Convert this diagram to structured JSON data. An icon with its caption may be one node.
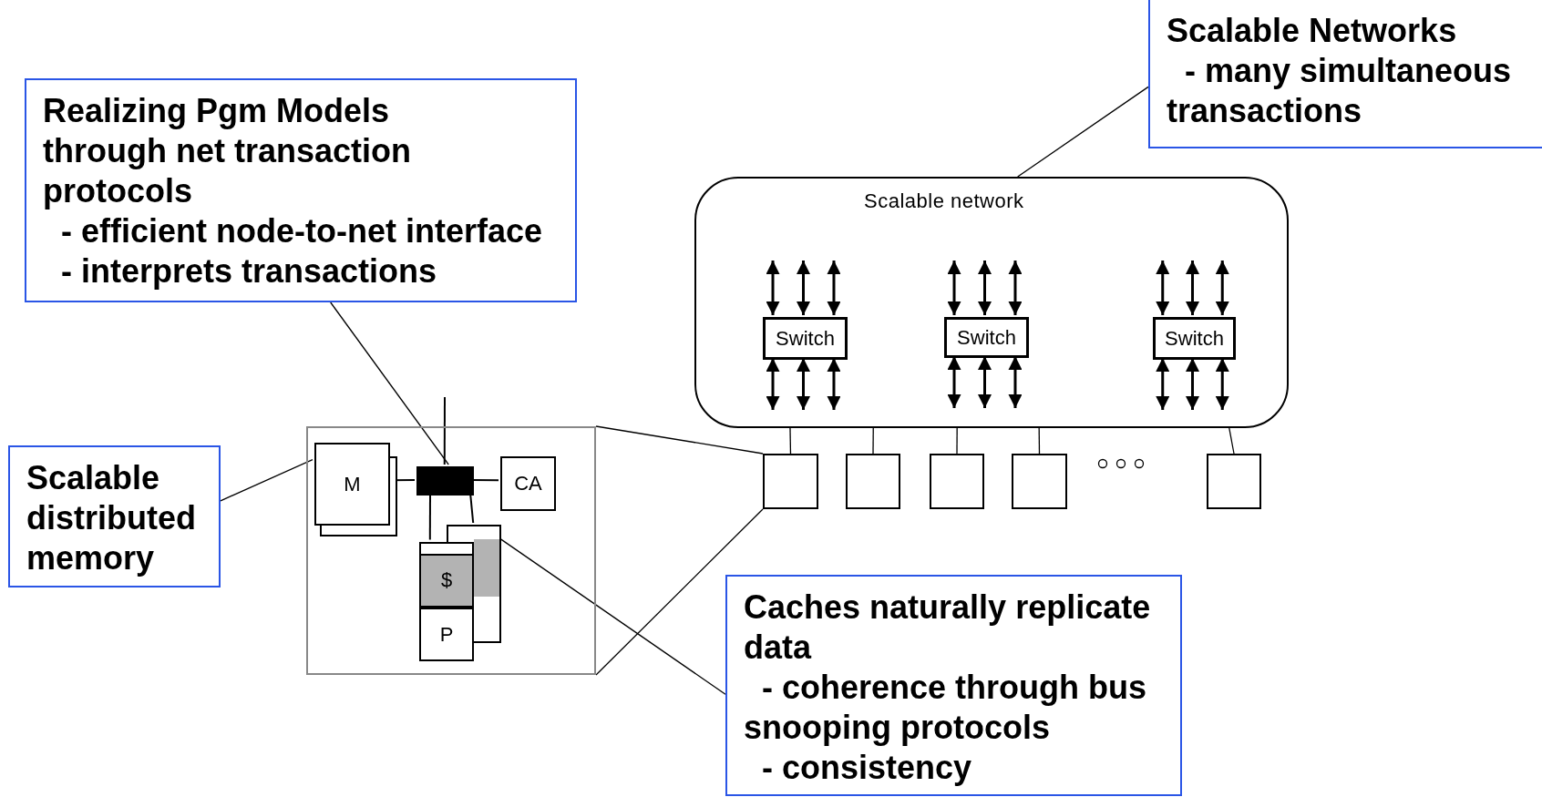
{
  "diagram": {
    "nodes": [
      {
        "text": [
          "Realizing Pgm Models through net transaction protocols",
          "- efficient node-to-net interface",
          "- interprets transactions"
        ]
      },
      {
        "text": [
          "Scalable Networks",
          "- many simultaneous transactions"
        ]
      },
      {
        "text": [
          "Scalable network"
        ]
      },
      {
        "text": [
          "Switch"
        ],
        "in": 2
      },
      {
        "text": [
          "Switch"
        ],
        "in": 2
      },
      {
        "text": [
          "Switch"
        ],
        "in": 2
      },
      {
        "text": [
          "Scalable distributed memory"
        ]
      },
      {
        "text": [],
        "shape": "box"
      },
      {
        "text": [
          "M"
        ],
        "in": 7
      },
      {
        "text": [],
        "shape": "bar",
        "in": 7
      },
      {
        "text": [
          "CA"
        ],
        "in": 7
      },
      {
        "text": [],
        "shape": "box",
        "in": 7
      },
      {
        "text": [
          "$"
        ],
        "in": 7
      },
      {
        "text": [
          "P"
        ],
        "in": 7
      },
      {
        "text": [
          "Caches naturally replicate data",
          "- coherence through bus snooping protocols",
          "- consistency"
        ]
      },
      {
        "text": [],
        "shape": "box"
      },
      {
        "text": [],
        "shape": "box"
      },
      {
        "text": [],
        "shape": "box"
      },
      {
        "text": [],
        "shape": "box"
      },
      {
        "text": [],
        "shape": "box"
      }
    ],
    "edges": [
      {
        "from": 0,
        "to": 9,
        "arrow": "none"
      },
      {
        "from": 1,
        "to": 2,
        "arrow": "none"
      },
      {
        "from": 6,
        "to": 8,
        "arrow": "none"
      },
      {
        "from": 14,
        "to": 11,
        "arrow": "none"
      },
      {
        "from": 8,
        "to": 9,
        "arrow": "none"
      },
      {
        "from": 9,
        "to": 10,
        "arrow": "none"
      },
      {
        "from": 9,
        "to": 12,
        "arrow": "none"
      },
      {
        "from": 9,
        "to": 11,
        "arrow": "none"
      },
      {
        "from": 9,
        "to": null,
        "arrow": "none"
      },
      {
        "from": 2,
        "to": 15,
        "arrow": "none"
      },
      {
        "from": 2,
        "to": 16,
        "arrow": "none"
      },
      {
        "from": 2,
        "to": 17,
        "arrow": "none"
      },
      {
        "from": 2,
        "to": 18,
        "arrow": "none"
      },
      {
        "from": 2,
        "to": 19,
        "arrow": "none"
      },
      {
        "from": 7,
        "to": 15,
        "arrow": "none"
      },
      {
        "from": 7,
        "to": 15,
        "arrow": "none"
      },
      {
        "from": 3,
        "to": null,
        "arrow": "both"
      },
      {
        "from": 3,
        "to": null,
        "arrow": "both"
      },
      {
        "from": 3,
        "to": null,
        "arrow": "both"
      },
      {
        "from": 3,
        "to": null,
        "arrow": "both"
      },
      {
        "from": 3,
        "to": null,
        "arrow": "both"
      },
      {
        "from": 3,
        "to": null,
        "arrow": "both"
      },
      {
        "from": 4,
        "to": null,
        "arrow": "both"
      },
      {
        "from": 4,
        "to": null,
        "arrow": "both"
      },
      {
        "from": 4,
        "to": null,
        "arrow": "both"
      },
      {
        "from": 4,
        "to": null,
        "arrow": "both"
      },
      {
        "from": 4,
        "to": null,
        "arrow": "both"
      },
      {
        "from": 4,
        "to": null,
        "arrow": "both"
      },
      {
        "from": 5,
        "to": null,
        "arrow": "both"
      },
      {
        "from": 5,
        "to": null,
        "arrow": "both"
      },
      {
        "from": 5,
        "to": null,
        "arrow": "both"
      },
      {
        "from": 5,
        "to": null,
        "arrow": "both"
      },
      {
        "from": 5,
        "to": null,
        "arrow": "both"
      },
      {
        "from": 5,
        "to": null,
        "arrow": "both"
      }
    ]
  }
}
